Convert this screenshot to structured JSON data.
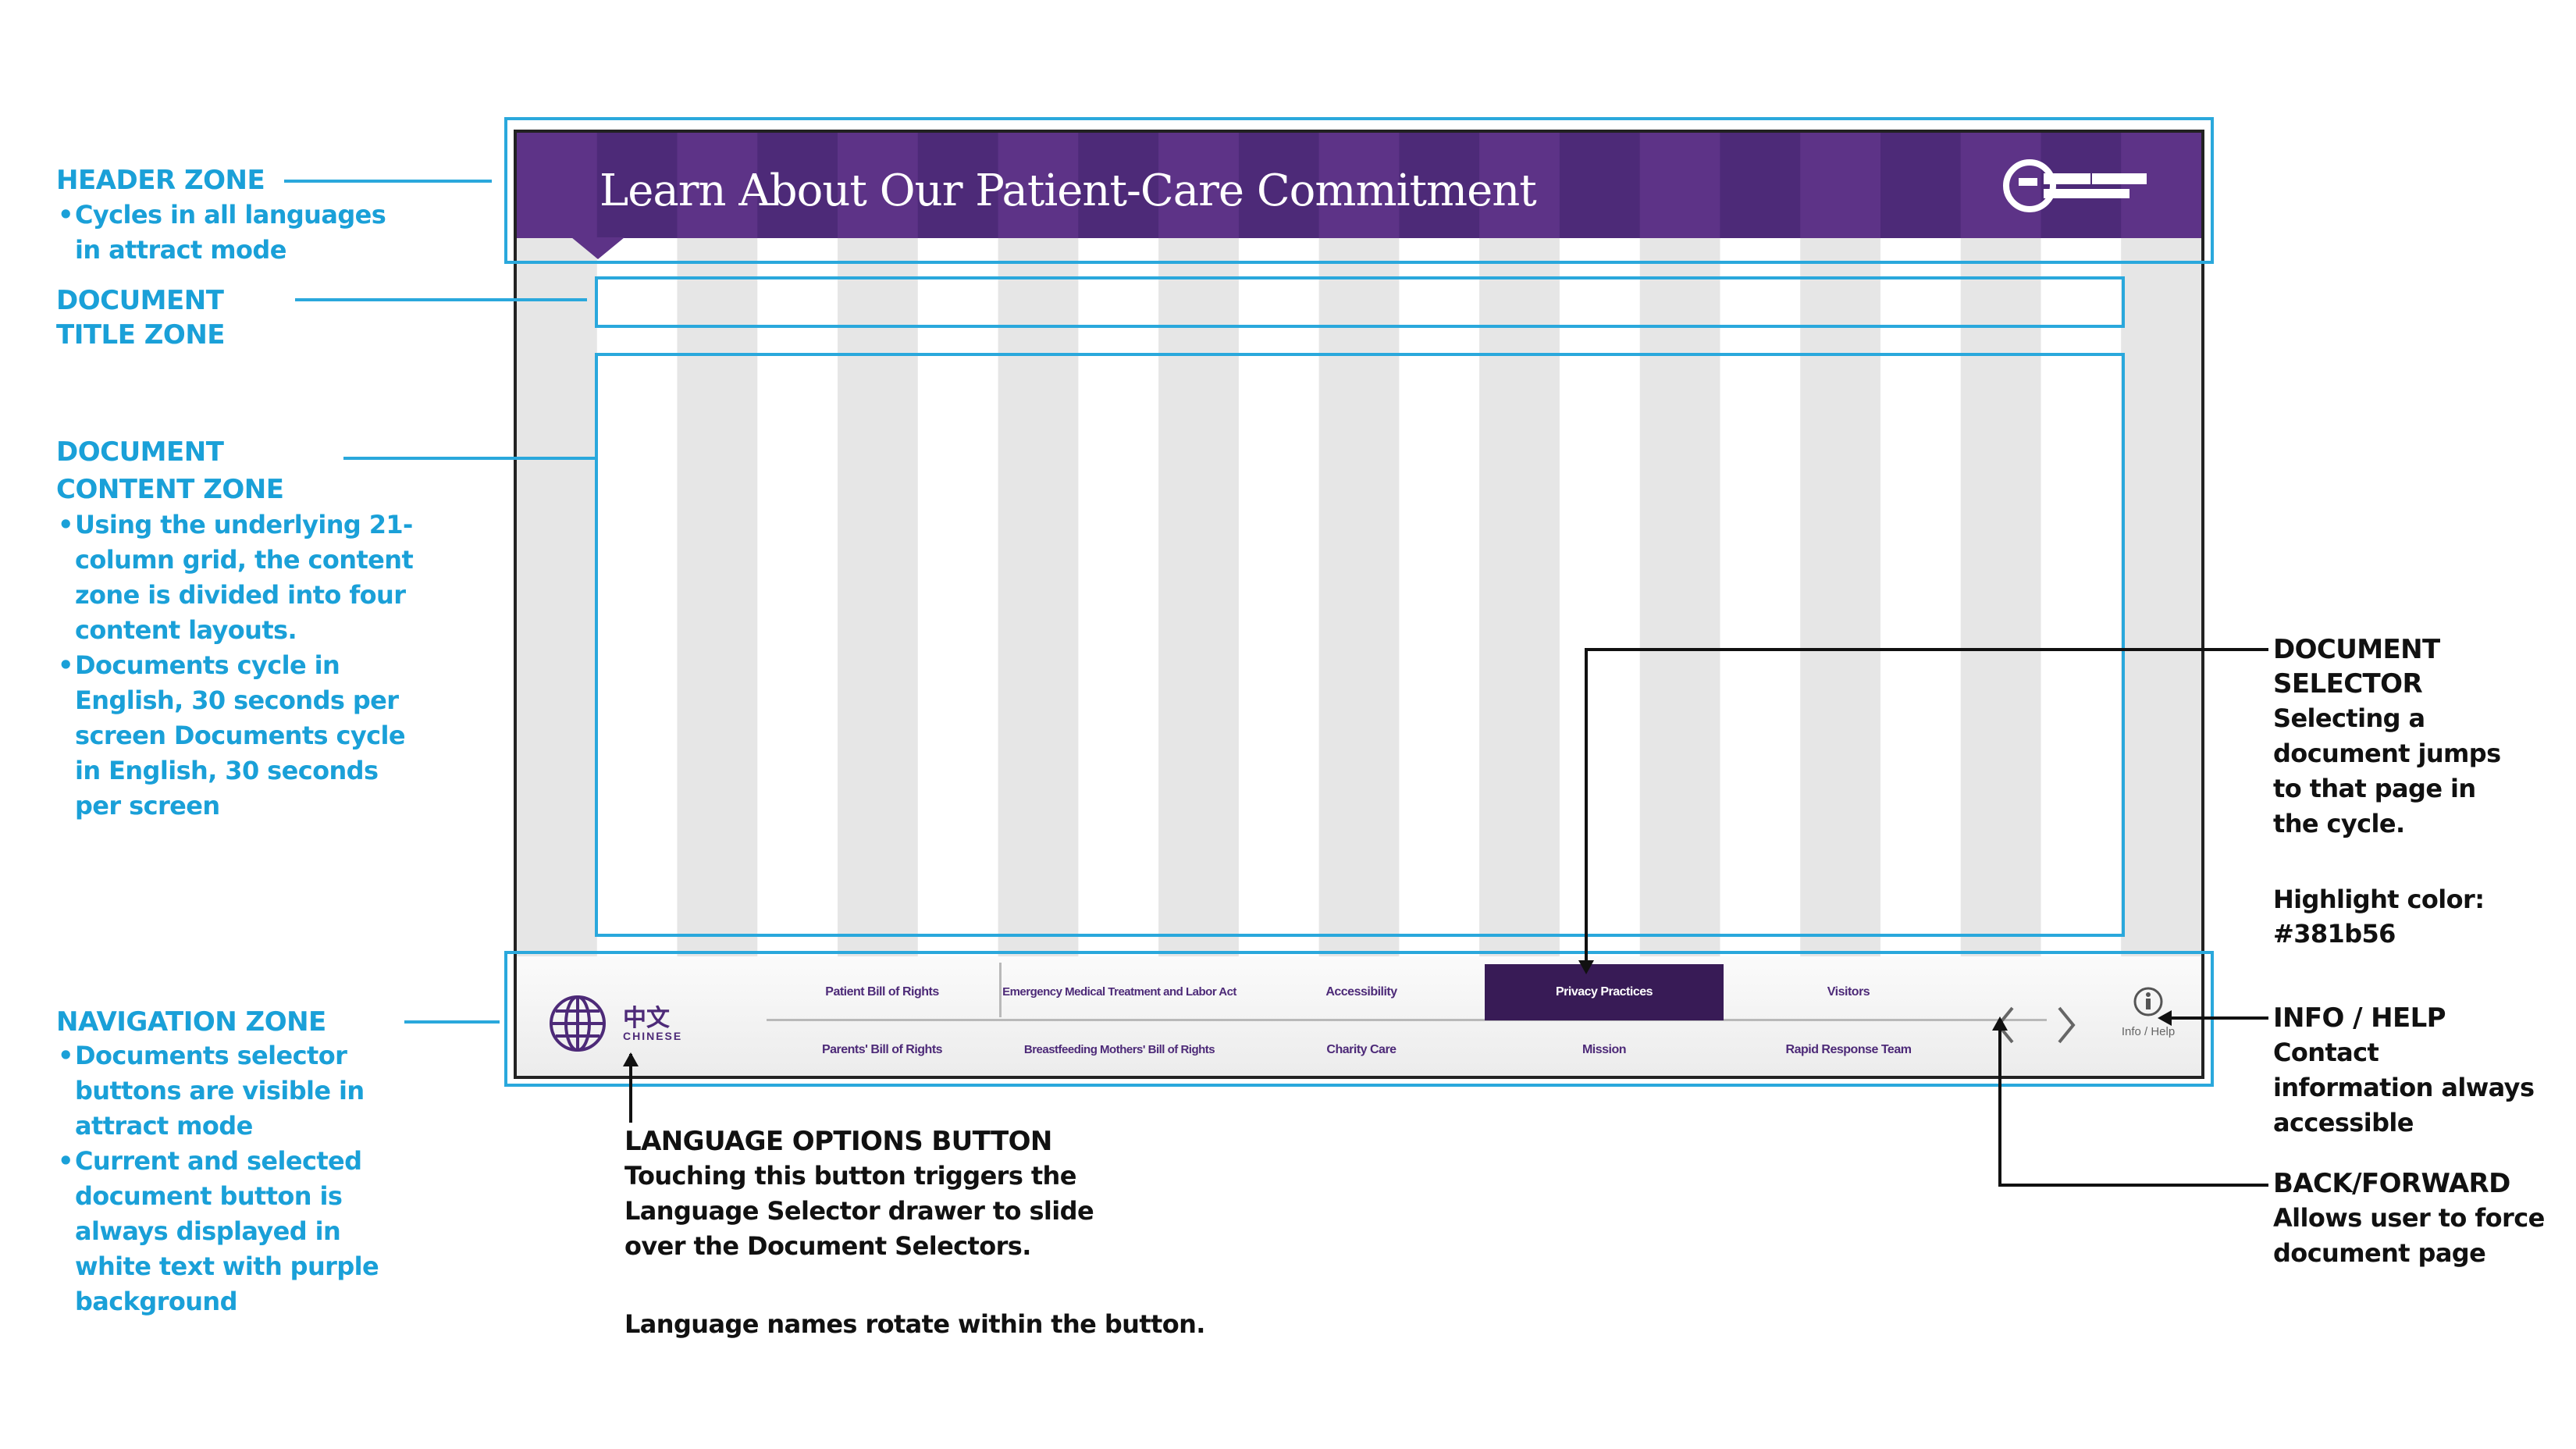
{
  "screen": {
    "header_title": "Learn About Our Patient-Care Commitment",
    "nav": {
      "language_button": {
        "glyph": "中文",
        "label": "CHINESE",
        "icon": "globe-icon"
      },
      "document_buttons": [
        "Patient Bill of Rights",
        "Emergency Medical Treatment and Labor Act",
        "Accessibility",
        "Privacy Practices",
        "Visitors",
        "Parents' Bill of Rights",
        "Breastfeeding Mothers' Bill of Rights",
        "Charity Care",
        "Mission",
        "Rapid Response Team"
      ],
      "selected_document": "Privacy Practices",
      "back_icon": "chevron-left-icon",
      "forward_icon": "chevron-right-icon",
      "info": {
        "icon": "info-icon",
        "label": "Info / Help"
      }
    }
  },
  "colors": {
    "header_purple": "#5d3387",
    "header_purple_dark": "#4d2a78",
    "highlight": "#381b56",
    "annotation_blue": "#1aa0d8",
    "grid_gray": "#e6e6e6"
  },
  "annotations": {
    "header_zone": {
      "title": "HEADER ZONE",
      "bullets": [
        "Cycles in all languages in attract mode"
      ]
    },
    "document_title_zone": {
      "title_line1": "DOCUMENT",
      "title_line2": "TITLE ZONE"
    },
    "document_content_zone": {
      "title_line1": "DOCUMENT",
      "title_line2": "CONTENT ZONE",
      "bullets": [
        "Using the underlying 21-column grid, the content zone is divided into four content layouts.",
        "Documents cycle in English, 30 seconds per screen Documents cycle in English, 30 seconds per screen"
      ]
    },
    "navigation_zone": {
      "title": "NAVIGATION ZONE",
      "bullets": [
        "Documents selector buttons are visible in attract mode",
        "Current and selected document button is always displayed in white text with purple background"
      ]
    },
    "language_options_button": {
      "title": "LANGUAGE OPTIONS BUTTON",
      "body": "Touching this button triggers the Language Selector drawer to slide over the Document Selectors.",
      "note": "Language names rotate within the button."
    },
    "document_selector": {
      "title_line1": "DOCUMENT",
      "title_line2": "SELECTOR",
      "body": "Selecting a document jumps to that page in the cycle.",
      "highlight_label": "Highlight color:",
      "highlight_value": "#381b56"
    },
    "info_help": {
      "title": "INFO / HELP",
      "body": "Contact information always accessible"
    },
    "back_forward": {
      "title": "BACK/FORWARD",
      "body": "Allows user to force document page"
    }
  }
}
